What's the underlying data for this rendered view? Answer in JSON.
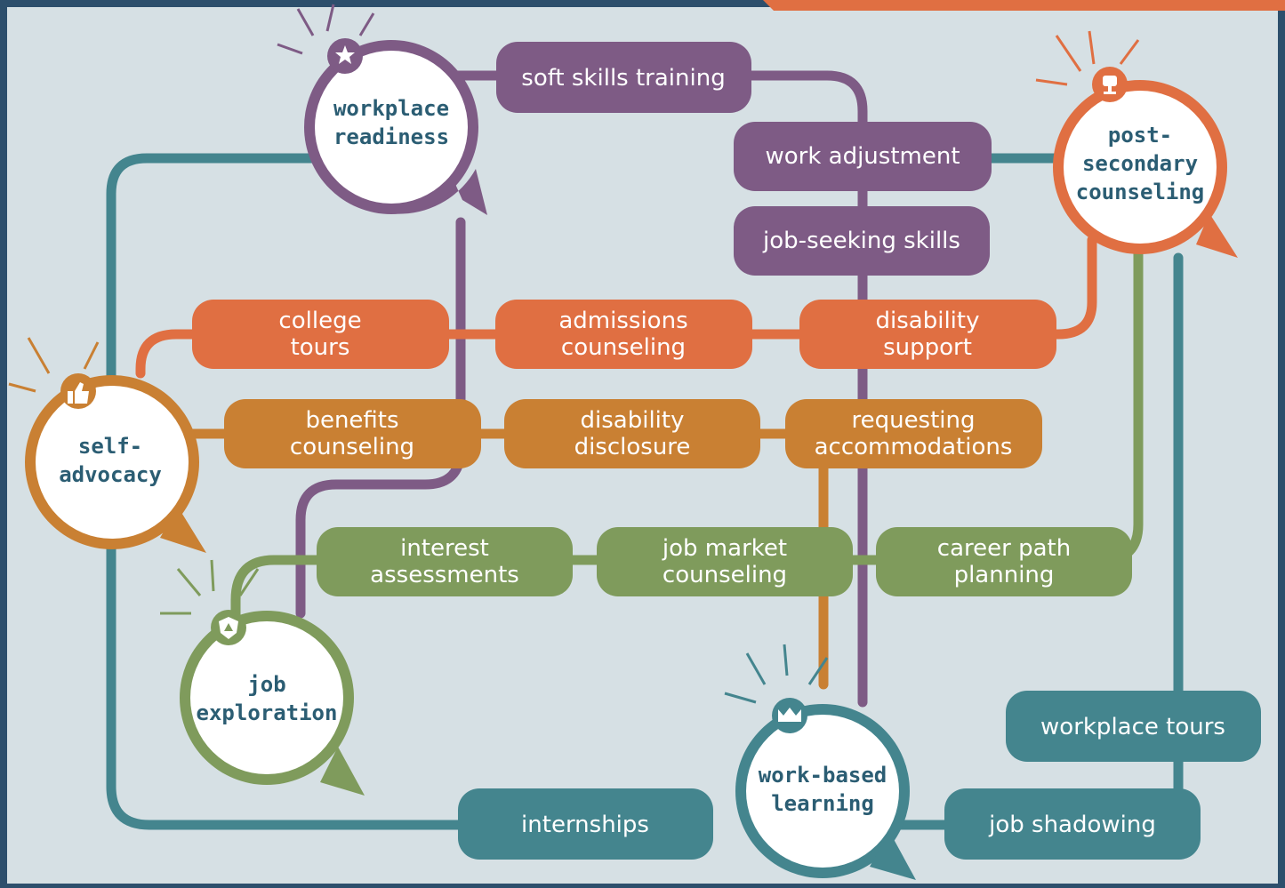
{
  "colors": {
    "background": "#d6e0e4",
    "frame": "#2d4f6c",
    "corner_accent": "#e06f42",
    "purple": "#7e5b85",
    "teal": "#44858e",
    "orange": "#e06f42",
    "amber": "#c98033",
    "green": "#7f9b5c",
    "hub_fill": "#ffffff",
    "hub_text": "#2b5d73"
  },
  "hubs": [
    {
      "id": "workplace-readiness",
      "lines": [
        "workplace",
        "readiness"
      ],
      "color": "purple",
      "icon": "star-icon"
    },
    {
      "id": "post-secondary-counseling",
      "lines": [
        "post-",
        "secondary",
        "counseling"
      ],
      "color": "orange",
      "icon": "trophy-icon"
    },
    {
      "id": "self-advocacy",
      "lines": [
        "self-",
        "advocacy"
      ],
      "color": "amber",
      "icon": "thumbs-up-icon"
    },
    {
      "id": "job-exploration",
      "lines": [
        "job",
        "exploration"
      ],
      "color": "green",
      "icon": "shield-icon"
    },
    {
      "id": "work-based-learning",
      "lines": [
        "work-based",
        "learning"
      ],
      "color": "teal",
      "icon": "crown-icon"
    }
  ],
  "stations": [
    {
      "id": "soft-skills-training",
      "lines": [
        "soft skills training"
      ],
      "color": "purple"
    },
    {
      "id": "work-adjustment",
      "lines": [
        "work adjustment"
      ],
      "color": "purple"
    },
    {
      "id": "job-seeking-skills",
      "lines": [
        "job-seeking skills"
      ],
      "color": "purple"
    },
    {
      "id": "college-tours",
      "lines": [
        "college",
        "tours"
      ],
      "color": "orange"
    },
    {
      "id": "admissions-counseling",
      "lines": [
        "admissions",
        "counseling"
      ],
      "color": "orange"
    },
    {
      "id": "disability-support",
      "lines": [
        "disability",
        "support"
      ],
      "color": "orange"
    },
    {
      "id": "benefits-counseling",
      "lines": [
        "benefits",
        "counseling"
      ],
      "color": "amber"
    },
    {
      "id": "disability-disclosure",
      "lines": [
        "disability",
        "disclosure"
      ],
      "color": "amber"
    },
    {
      "id": "requesting-accommodations",
      "lines": [
        "requesting",
        "accommodations"
      ],
      "color": "amber"
    },
    {
      "id": "interest-assessments",
      "lines": [
        "interest",
        "assessments"
      ],
      "color": "green"
    },
    {
      "id": "job-market-counseling",
      "lines": [
        "job market",
        "counseling"
      ],
      "color": "green"
    },
    {
      "id": "career-path-planning",
      "lines": [
        "career path",
        "planning"
      ],
      "color": "green"
    },
    {
      "id": "workplace-tours",
      "lines": [
        "workplace tours"
      ],
      "color": "teal"
    },
    {
      "id": "internships",
      "lines": [
        "internships"
      ],
      "color": "teal"
    },
    {
      "id": "job-shadowing",
      "lines": [
        "job shadowing"
      ],
      "color": "teal"
    }
  ]
}
